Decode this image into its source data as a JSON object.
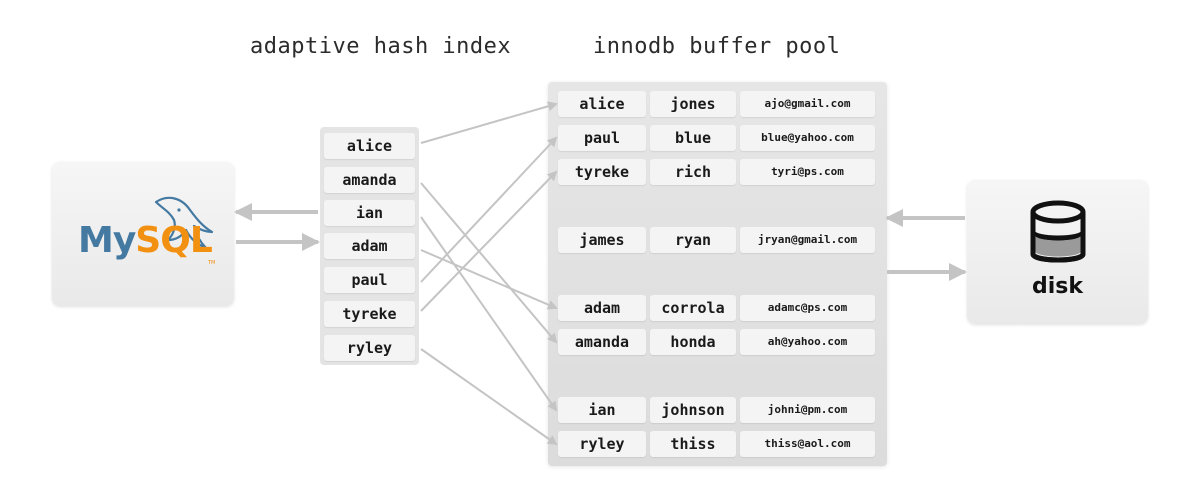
{
  "headings": {
    "hash_index": "adaptive hash index",
    "buffer_pool": "innodb buffer pool"
  },
  "mysql": {
    "my": "My",
    "sql": "SQL",
    "tm": "TM"
  },
  "disk": {
    "label": "disk"
  },
  "hash_index": [
    "alice",
    "amanda",
    "ian",
    "adam",
    "paul",
    "tyreke",
    "ryley"
  ],
  "buffer_pool": [
    {
      "first": "alice",
      "last": "jones",
      "email": "ajo@gmail.com"
    },
    {
      "first": "paul",
      "last": "blue",
      "email": "blue@yahoo.com"
    },
    {
      "first": "tyreke",
      "last": "rich",
      "email": "tyri@ps.com"
    },
    {
      "first": "james",
      "last": "ryan",
      "email": "jryan@gmail.com"
    },
    {
      "first": "adam",
      "last": "corrola",
      "email": "adamc@ps.com"
    },
    {
      "first": "amanda",
      "last": "honda",
      "email": "ah@yahoo.com"
    },
    {
      "first": "ian",
      "last": "johnson",
      "email": "johni@pm.com"
    },
    {
      "first": "ryley",
      "last": "thiss",
      "email": "thiss@aol.com"
    }
  ],
  "colors": {
    "arrow": "#c4c4c4",
    "mysql_blue": "#4479a1",
    "mysql_orange": "#f29111"
  }
}
